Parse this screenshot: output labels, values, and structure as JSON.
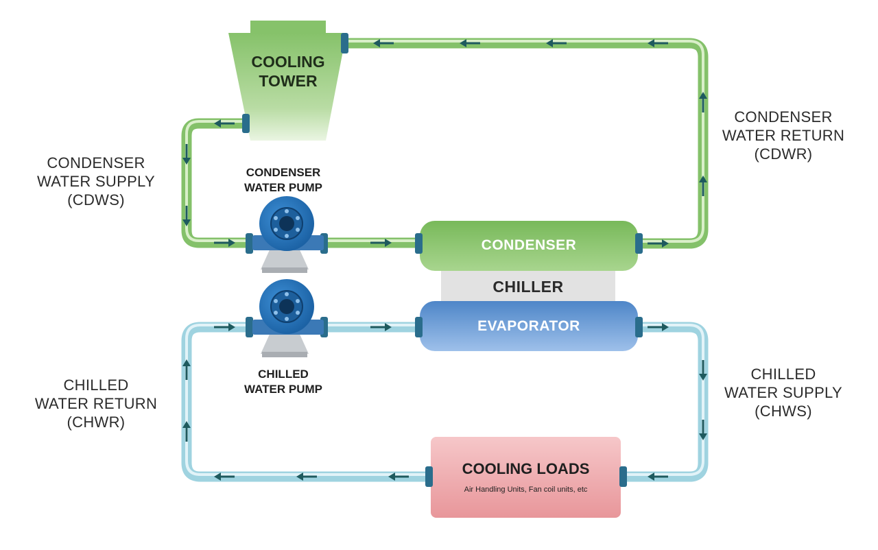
{
  "cooling_tower": {
    "line1": "COOLING",
    "line2": "TOWER"
  },
  "labels": {
    "cdws": {
      "line1": "CONDENSER",
      "line2": "WATER SUPPLY",
      "line3": "(CDWS)"
    },
    "cdwr": {
      "line1": "CONDENSER",
      "line2": "WATER RETURN",
      "line3": "(CDWR)"
    },
    "chwr": {
      "line1": "CHILLED",
      "line2": "WATER RETURN",
      "line3": "(CHWR)"
    },
    "chws": {
      "line1": "CHILLED",
      "line2": "WATER SUPPLY",
      "line3": "(CHWS)"
    }
  },
  "pumps": {
    "condenser": {
      "line1": "CONDENSER",
      "line2": "WATER PUMP"
    },
    "chilled": {
      "line1": "CHILLED",
      "line2": "WATER PUMP"
    }
  },
  "components": {
    "condenser": "CONDENSER",
    "chiller": "CHILLER",
    "evaporator": "EVAPORATOR",
    "cooling_loads_title": "COOLING LOADS",
    "cooling_loads_subtitle": "Air Handling Units, Fan coil units, etc"
  },
  "colors": {
    "condenser_loop": "#8cc56f",
    "chilled_loop": "#a8d8e4",
    "arrow": "#1e5a5e",
    "fitting": "#2a6d8c"
  }
}
